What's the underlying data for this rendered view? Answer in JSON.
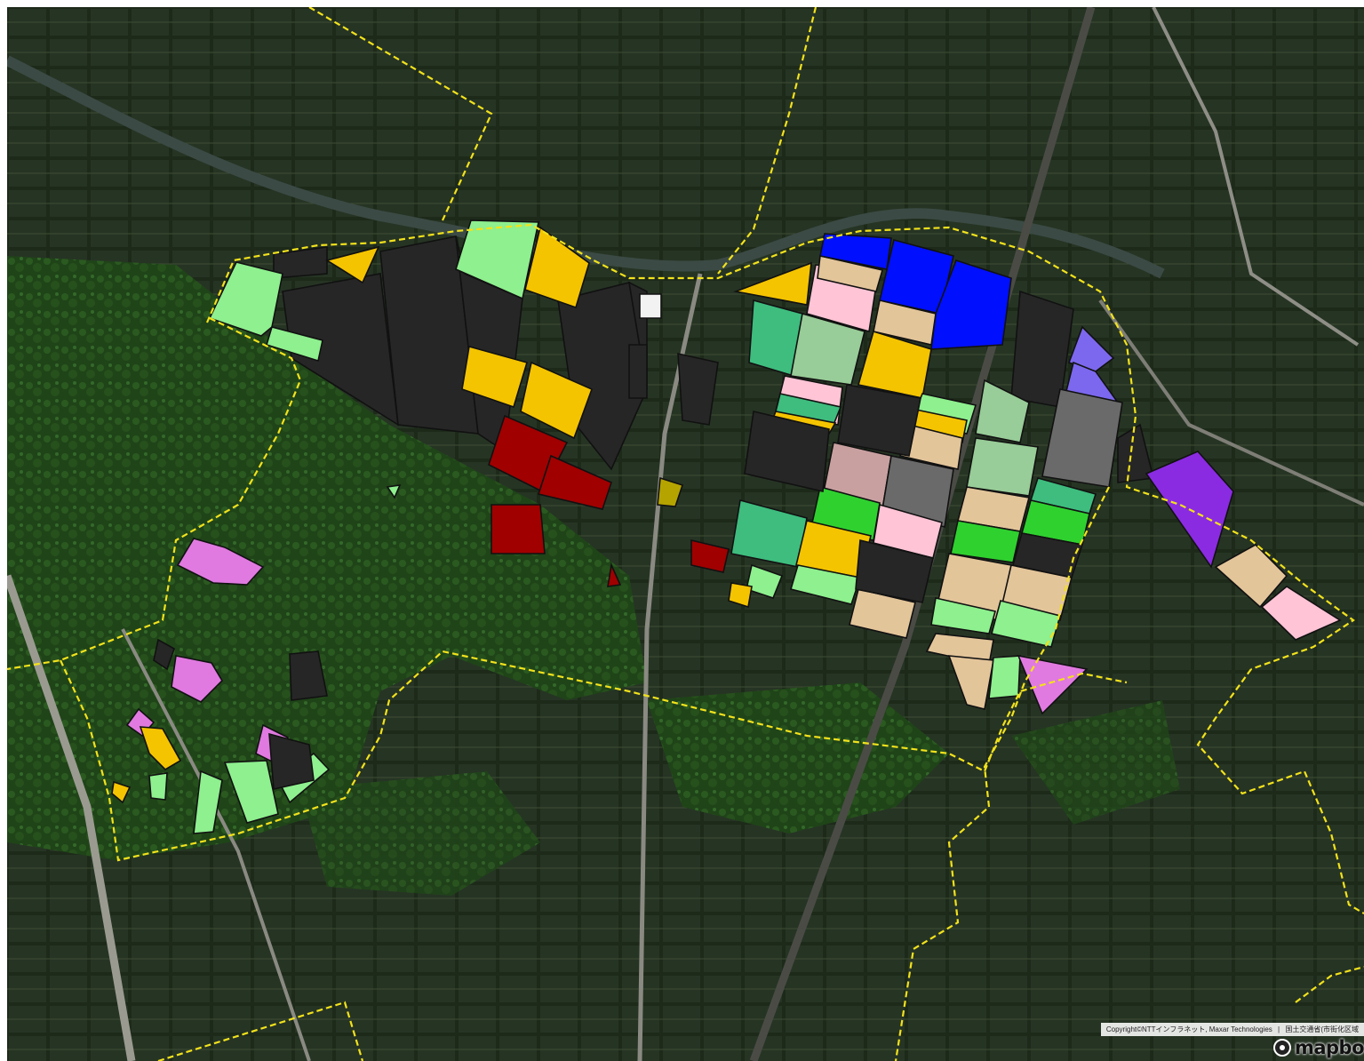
{
  "map": {
    "basemap": "satellite",
    "attribution": {
      "copyright": "Copyright©NTTインフラネット, Maxar Technologies",
      "separator": "|",
      "source": "国土交通省(市街化区域"
    },
    "logo_text": "mapbo"
  },
  "colors": {
    "dark_parcel": "#262626",
    "light_green": "#8ef08e",
    "yellow": "#f5c400",
    "dark_red": "#a00000",
    "blue": "#0010ff",
    "pink": "#ffc4d6",
    "tan": "#e3c59a",
    "sea_green": "#3ebd7e",
    "sage": "#98cc98",
    "gray": "#6a6a6a",
    "lavender": "#7b68ee",
    "purple": "#8a2be2",
    "bright_green": "#2fd12f",
    "dusty_rose": "#c9a0a0",
    "magenta": "#e07ae0",
    "olive": "#b5a400",
    "boundary": "#f2e21c"
  }
}
